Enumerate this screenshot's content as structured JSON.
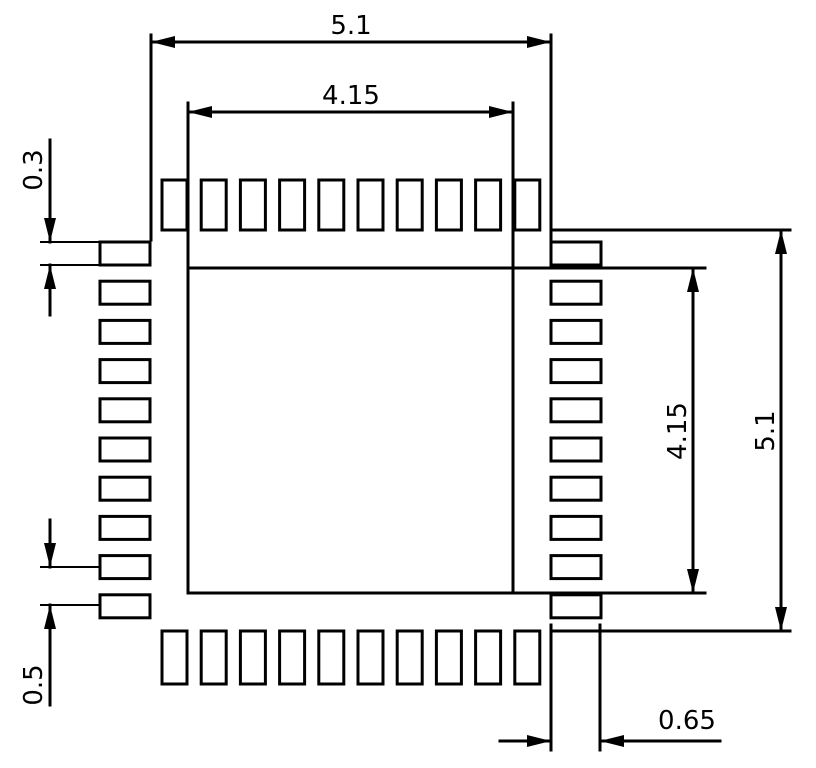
{
  "dimensions": {
    "top_outer": "5.1",
    "top_inner": "4.15",
    "right_inner": "4.15",
    "right_outer": "5.1",
    "pad_width": "0.3",
    "pad_pitch": "0.5",
    "pad_length": "0.65"
  },
  "colors": {
    "line": "#000000",
    "background": "#ffffff"
  },
  "pads": {
    "top_count": 10,
    "bottom_count": 10,
    "left_count": 10,
    "right_count": 10
  }
}
